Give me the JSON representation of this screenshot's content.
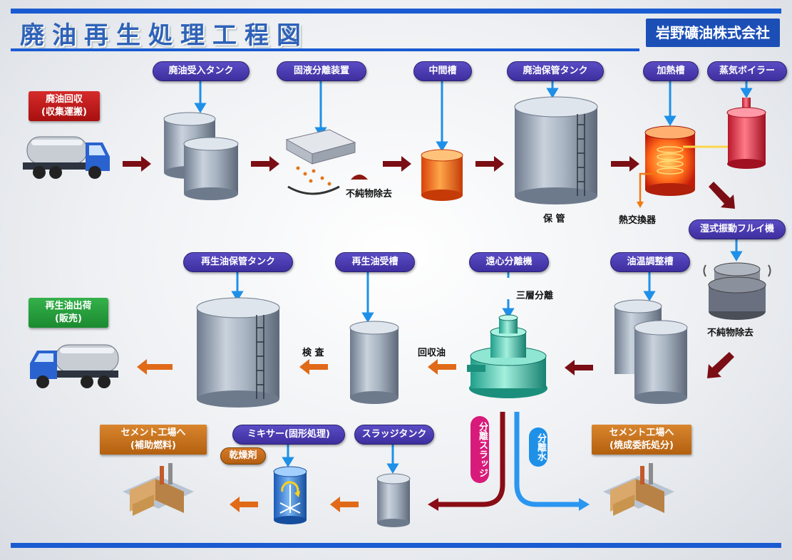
{
  "header": {
    "title": "廃油再生処理工程図",
    "company": "岩野礦油株式会社"
  },
  "row1": {
    "collect_line1": "廃油回収",
    "collect_line2": "(収集運搬)",
    "receive_tank": "廃油受入タンク",
    "separator": "固液分離装置",
    "impurity1": "不純物除去",
    "mid_tank": "中間槽",
    "storage_tank": "廃油保管タンク",
    "storage_note": "保 管",
    "heating_tank": "加熱槽",
    "boiler": "蒸気ボイラー",
    "heat_exchanger": "熱交換器"
  },
  "row2": {
    "sieve": "湿式振動フルイ機",
    "impurity2": "不純物除去",
    "temp_tank": "油温調整槽",
    "centrifuge": "遠心分離機",
    "three_layer": "三層分離",
    "recovered_oil": "回収油",
    "recycled_receive": "再生油受槽",
    "inspection": "検 査",
    "recycled_storage": "再生油保管タンク",
    "ship_line1": "再生油出荷",
    "ship_line2": "(販売)"
  },
  "row3": {
    "sludge_label": "分離スラッジ",
    "water_label": "分離水",
    "sludge_tank": "スラッジタンク",
    "mixer": "ミキサー(固形処理)",
    "desiccant": "乾燥剤",
    "cement1_line1": "セメント工場へ",
    "cement1_line2": "(補助燃料)",
    "cement2_line1": "セメント工場へ",
    "cement2_line2": "(焼成委託処分)"
  },
  "colors": {
    "brand_blue": "#1a5bd1",
    "label_purple": "#4a3cb4",
    "arrow_dark_red": "#7a0e14",
    "arrow_orange": "#e06a18",
    "label_orange": "#d07a22"
  }
}
